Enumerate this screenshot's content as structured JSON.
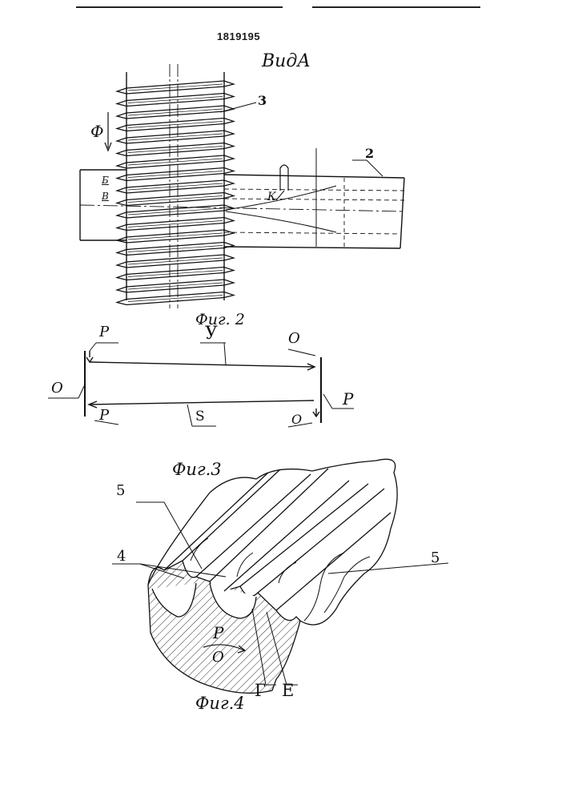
{
  "document": {
    "patent_number": "1819195",
    "view_label": "ВидА"
  },
  "figure2": {
    "caption": "Фиг. 2",
    "labels": {
      "part_3": "3",
      "part_2": "2",
      "phi": "Ф",
      "b": "Б",
      "v": "В",
      "k": "К"
    }
  },
  "figure3": {
    "caption": "Фиг.3",
    "labels": {
      "y": "У",
      "s": "S",
      "p_top_left": "P",
      "o_top_right": "O",
      "o_left": "O",
      "p_right": "P",
      "p_bottom_left": "P",
      "o_bottom_right": "O"
    }
  },
  "figure4": {
    "caption": "Фиг.4",
    "labels": {
      "four": "4",
      "five_left": "5",
      "five_right": "5",
      "p": "P",
      "o": "O",
      "g": "Г",
      "e": "E"
    }
  },
  "colors": {
    "ink": "#111111",
    "hatch": "#333333",
    "paper": "#ffffff"
  }
}
